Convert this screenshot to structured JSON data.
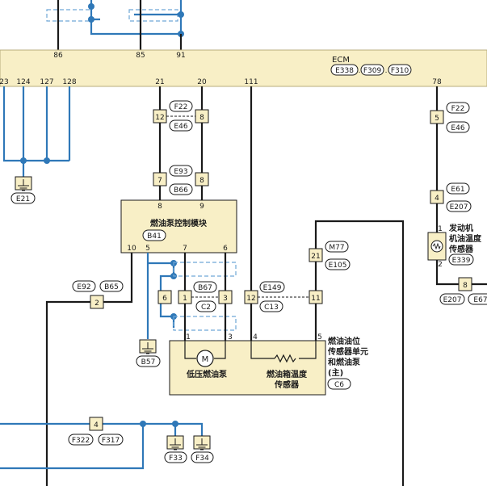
{
  "ecm": {
    "title": "ECM",
    "connectors": [
      "E338",
      "F309",
      "F310"
    ],
    "sep1": ".",
    "sep2": ".",
    "pins_top": [
      "86",
      "85",
      "91"
    ],
    "pins_bottom": [
      "23",
      "124",
      "127",
      "128",
      "21",
      "20",
      "111",
      "78"
    ]
  },
  "connectors": {
    "c12": "12",
    "c8a": "8",
    "c7": "7",
    "c8b": "8",
    "c2": "2",
    "c6": "6",
    "c1": "1",
    "c3": "3",
    "c12b": "12",
    "c11": "11",
    "c21": "21",
    "c5": "5",
    "c4a": "4",
    "c4b": "4",
    "c8c": "8"
  },
  "tags": {
    "F22a": "F22",
    "E46a": "E46",
    "E93": "E93",
    "B66": "B66",
    "B41": "B41",
    "E92": "E92",
    "B65": "B65",
    "B67": "B67",
    "C2": "C2",
    "E149": "E149",
    "C13": "C13",
    "M77": "M77",
    "E105": "E105",
    "C6": "C6",
    "B57": "B57",
    "E21": "E21",
    "F22b": "F22",
    "E46b": "E46",
    "E61": "E61",
    "E207a": "E207",
    "E339": "E339",
    "E207b": "E207",
    "E67": "E67",
    "F322": "F322",
    "F317": "F317",
    "F33": "F33",
    "F34": "F34"
  },
  "module": {
    "name": "燃油泵控制模块",
    "pin_in_8": "8",
    "pin_in_9": "9",
    "pin_10": "10",
    "pin_5": "5",
    "pin_7": "7",
    "pin_6": "6"
  },
  "fuel_unit": {
    "pin1": "1",
    "pin3": "3",
    "pin4": "4",
    "pin5": "5",
    "motor_symbol": "M",
    "pump_label": "低压燃油泵",
    "tank_temp_line1": "燃油箱温度",
    "tank_temp_line2": "传感器",
    "title_line1": "燃油油位",
    "title_line2": "传感器单元",
    "title_line3": "和燃油泵",
    "title_line4": "(主)"
  },
  "sensor": {
    "line1": "发动机",
    "line2": "机油温度",
    "line3": "传感器",
    "pin1": "1",
    "pin2": "2"
  },
  "colors": {
    "wire_black": "#1a1a1a",
    "wire_blue": "#2f78b8",
    "connector_fill": "#f8efc6"
  }
}
